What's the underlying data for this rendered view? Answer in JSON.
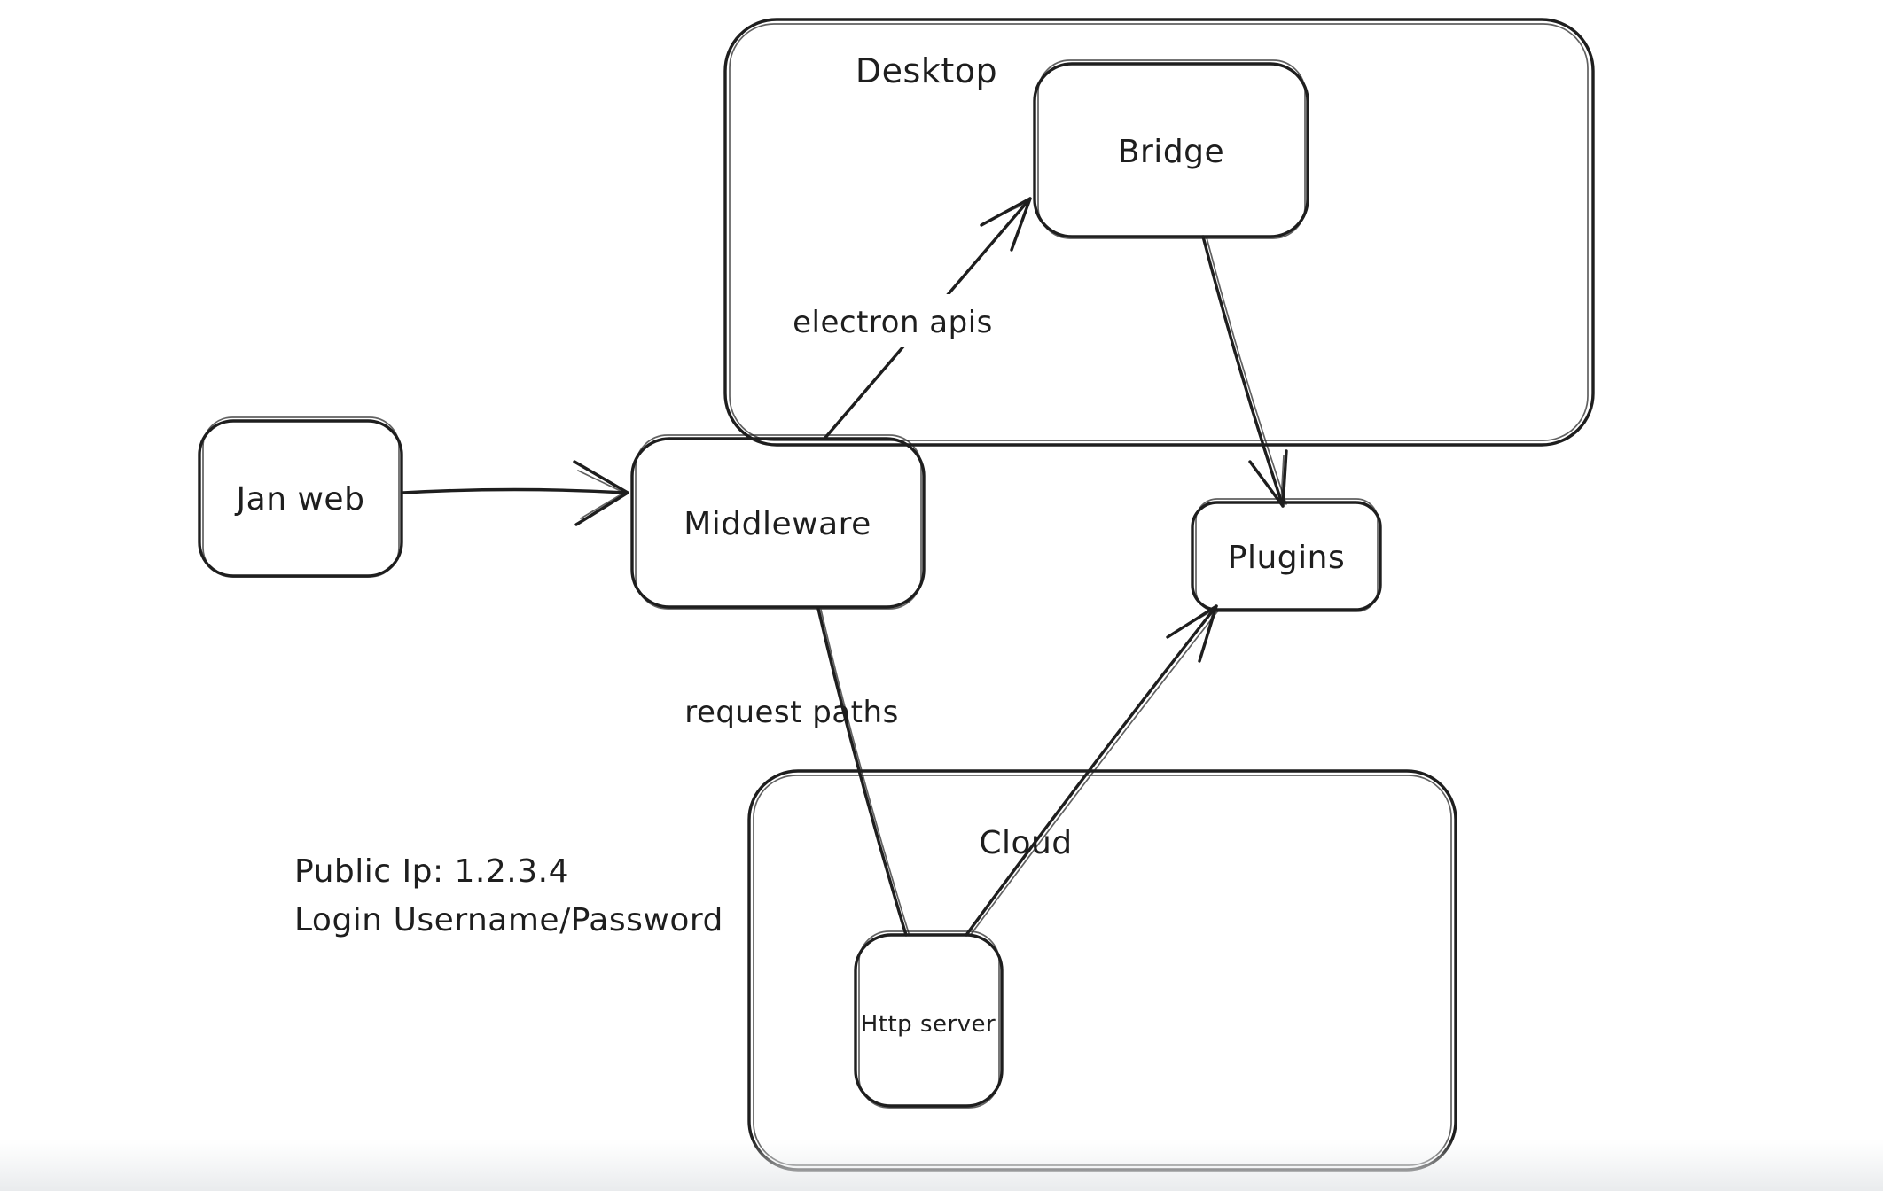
{
  "canvas": {
    "background_color": "#ffffff",
    "ink_color": "#1e1e1e",
    "bottom_fade_color": "#eceef0"
  },
  "diagram": {
    "containers": [
      {
        "id": "desktop",
        "label": "Desktop"
      },
      {
        "id": "cloud",
        "label": "Cloud"
      }
    ],
    "nodes": [
      {
        "id": "jan-web",
        "label": "Jan web"
      },
      {
        "id": "middleware",
        "label": "Middleware"
      },
      {
        "id": "bridge",
        "label": "Bridge",
        "parent": "desktop"
      },
      {
        "id": "plugins",
        "label": "Plugins"
      },
      {
        "id": "http-server",
        "label": "Http server",
        "parent": "cloud"
      }
    ],
    "edges": [
      {
        "id": "jan-web-to-middleware",
        "from": "Jan web",
        "to": "Middleware",
        "label": "",
        "arrowhead": true
      },
      {
        "id": "middleware-to-bridge",
        "from": "Middleware",
        "to": "Bridge",
        "label": "electron apis",
        "arrowhead": true
      },
      {
        "id": "bridge-to-plugins",
        "from": "Bridge",
        "to": "Plugins",
        "label": "",
        "arrowhead": true
      },
      {
        "id": "middleware-to-http-server",
        "from": "Middleware",
        "to": "Http server",
        "label": "request paths",
        "arrowhead": false
      },
      {
        "id": "http-server-to-plugins",
        "from": "Http server",
        "to": "Plugins",
        "label": "",
        "arrowhead": true
      }
    ],
    "annotation": {
      "line1": "Public Ip: 1.2.3.4",
      "line2": "Login Username/Password"
    }
  }
}
